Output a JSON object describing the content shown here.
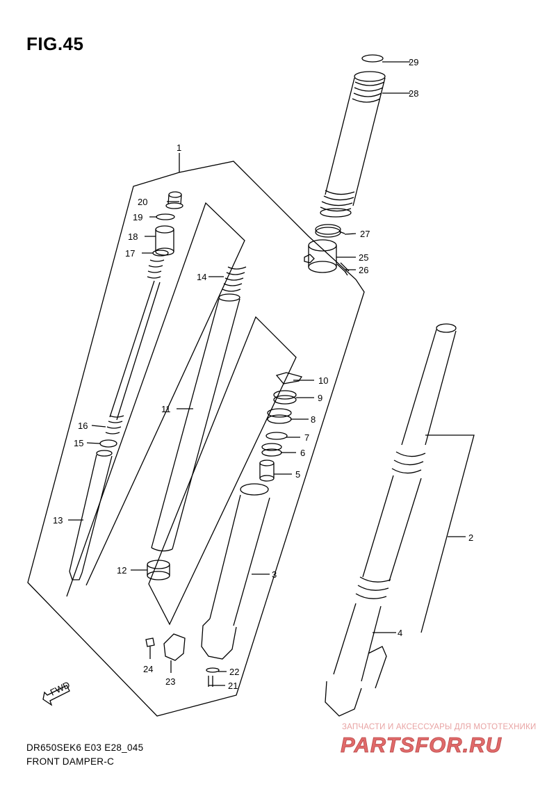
{
  "figure_label": "FIG.45",
  "model_code": "DR650SEK6 E03 E28_045",
  "figure_title": "FRONT DAMPER-C",
  "fwd_label": "FWD",
  "watermark": {
    "subtitle": "ЗАПЧАСТИ И АКСЕССУАРЫ ДЛЯ МОТОТЕХНИКИ",
    "logo_text": "PARTSFOR.RU"
  },
  "callouts": [
    "1",
    "2",
    "3",
    "4",
    "5",
    "6",
    "7",
    "8",
    "9",
    "10",
    "11",
    "12",
    "13",
    "14",
    "15",
    "16",
    "17",
    "18",
    "19",
    "20",
    "21",
    "22",
    "23",
    "24",
    "25",
    "26",
    "27",
    "28",
    "29"
  ],
  "colors": {
    "line": "#000000",
    "background": "#ffffff",
    "watermark": "#e06a6a"
  }
}
